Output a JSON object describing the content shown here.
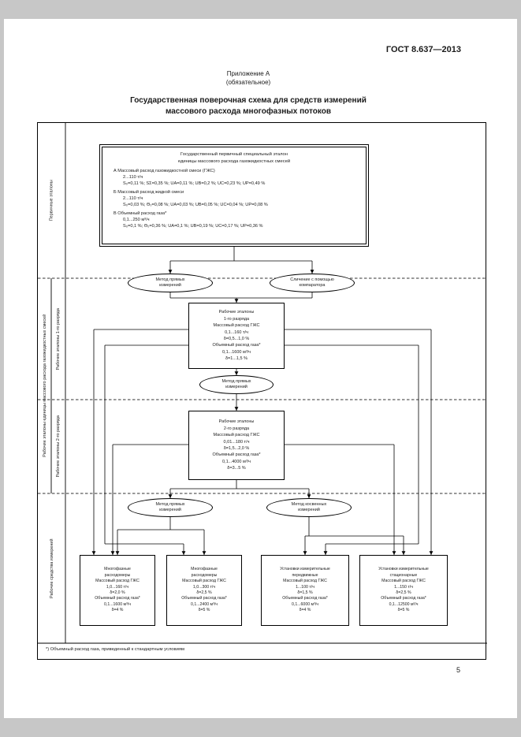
{
  "page": {
    "gost_number": "ГОСТ 8.637—2013",
    "appendix": {
      "line1": "Приложение А",
      "line2": "(обязательное)"
    },
    "title": {
      "line1": "Государственная поверочная схема для средств измерений",
      "line2": "массового расхода многофазных потоков"
    },
    "footnote": "*) Объемный расход газа, приведенный к стандартным условиям",
    "page_number": "5"
  },
  "sidebar": {
    "primary": "Первичные эталоны",
    "working_group": "Рабочие эталоны единицы массового расхода газожидкостных смесей",
    "working_rank1": "Рабочие эталоны 1-го разряда",
    "working_rank2": "Рабочие эталоны 2-го разряда",
    "instruments": "Рабочие средства измерений"
  },
  "primary_standard": {
    "title1": "Государственный первичный специальный эталон",
    "title2": "единицы массового расхода газожидкостных смесей",
    "a1": "А  Массовый расход газожидкостной смеси (ГЖС)",
    "a2": "2...110 т/ч",
    "a3": "S₀=0,11 %;  SΣ=0,35 %;  UА=0,11 %;  UВ=0,2 %;  UС=0,23 %;  UР=0,49 %",
    "b1": "Б  Массовый расход жидкой смеси",
    "b2": "2...110 т/ч",
    "b3": "S₀=0,03 %;  Θ₀=0,08 %;  UА=0,03 %;  UВ=0,05 %;  UС=0,04 %;  UР=0,08 %",
    "c1": "В  Объемный расход газа*",
    "c2": "0,1...250 м³/ч",
    "c3": "S₀=0,1 %;  Θ₀=0,36 %;  UА=0,1 %;  UВ=0,19 %;  UС=0,17 %;  UР=0,36 %"
  },
  "methods": {
    "direct1": [
      "Метод прямых",
      "измерений"
    ],
    "comparator": [
      "Сличение с помощью",
      "компаратора"
    ],
    "direct2": [
      "Метод прямых",
      "измерений"
    ],
    "direct3": [
      "Метод прямых",
      "измерений"
    ],
    "indirect": [
      "Метод косвенных",
      "измерений"
    ]
  },
  "working1": {
    "lines": [
      "Рабочие эталоны",
      "1-го разряда",
      "Массовый расход ГЖС",
      "0,1...160 т/ч",
      "δ=0,5...1,0 %",
      "Объемный расход газа*",
      "0,1...1600 м³/ч",
      "δ=1...1,5 %"
    ]
  },
  "working2": {
    "lines": [
      "Рабочие эталоны",
      "2-го разряда",
      "Массовый расход ГЖС",
      "0,01...180 т/ч",
      "δ=1,5...2,0 %",
      "Объемный расход газа*",
      "0,1...4000 м³/ч",
      "δ=3...5 %"
    ]
  },
  "devices": [
    {
      "lines": [
        "Многофазные",
        "расходомеры",
        "Массовый расход ГЖС",
        "1,0...160 т/ч",
        "δ=2,0 %",
        "Объемный расход газа*",
        "0,1...1600 м³/ч",
        "δ=4 %"
      ]
    },
    {
      "lines": [
        "Многофазные",
        "расходомеры",
        "Массовый расход ГЖС",
        "1,0...300 т/ч",
        "δ=2,5 %",
        "Объемный расход газа*",
        "0,1...2400 м³/ч",
        "δ=5 %"
      ]
    },
    {
      "lines": [
        "Установки измерительные",
        "передвижные",
        "Массовый расход ГЖС",
        "1...100 т/ч",
        "δ=1,5 %",
        "Объемный расход газа*",
        "0,1...6000 м³/ч",
        "δ=4 %"
      ]
    },
    {
      "lines": [
        "Установки измерительные",
        "стационарные",
        "Массовый расход ГЖС",
        "1...150 т/ч",
        "δ=2,5 %",
        "Объемный расход газа*",
        "0,1...12500 м³/ч",
        "δ=5 %"
      ]
    }
  ]
}
